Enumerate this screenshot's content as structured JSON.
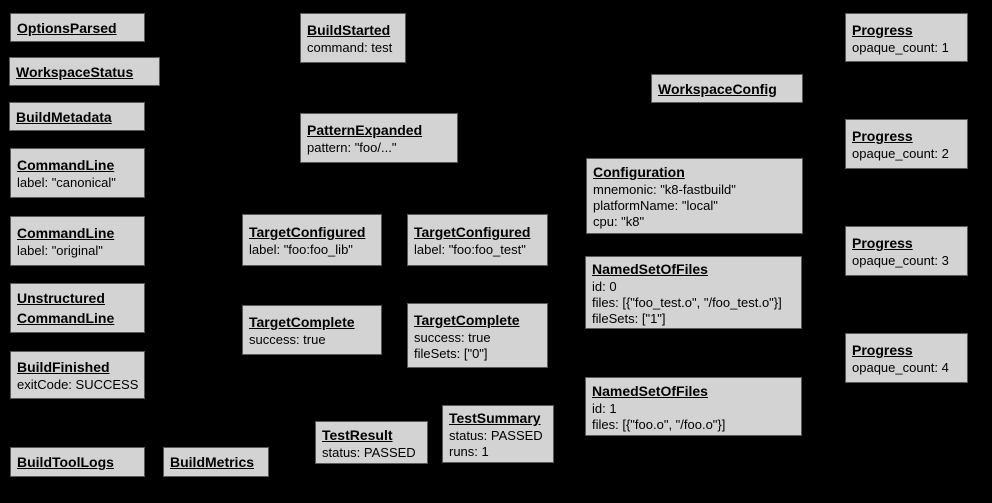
{
  "canvas": {
    "bg": "#000000",
    "node_fill": "#d3d3d3",
    "node_border": "#5a5a5a",
    "text": "#000000"
  },
  "nodes": [
    {
      "title": "OptionsParsed",
      "lines": []
    },
    {
      "title": "WorkspaceStatus",
      "lines": []
    },
    {
      "title": "BuildMetadata",
      "lines": []
    },
    {
      "title": "CommandLine",
      "lines": [
        "label: \"canonical\""
      ]
    },
    {
      "title": "CommandLine",
      "lines": [
        "label: \"original\""
      ]
    },
    {
      "title": "Unstructured CommandLine",
      "lines": []
    },
    {
      "title": "BuildFinished",
      "lines": [
        "exitCode: SUCCESS"
      ]
    },
    {
      "title": "BuildToolLogs",
      "lines": []
    },
    {
      "title": "BuildMetrics",
      "lines": []
    },
    {
      "title": "BuildStarted",
      "lines": [
        "command: test"
      ]
    },
    {
      "title": "PatternExpanded",
      "lines": [
        "pattern: \"foo/...\""
      ]
    },
    {
      "title": "TargetConfigured",
      "lines": [
        "label: \"foo:foo_lib\""
      ]
    },
    {
      "title": "TargetComplete",
      "lines": [
        "success: true"
      ]
    },
    {
      "title": "TestResult",
      "lines": [
        "status: PASSED"
      ]
    },
    {
      "title": "TargetConfigured",
      "lines": [
        "label: \"foo:foo_test\""
      ]
    },
    {
      "title": "TargetComplete",
      "lines": [
        "success: true",
        "fileSets: [\"0\"]"
      ]
    },
    {
      "title": "TestSummary",
      "lines": [
        "status: PASSED",
        "runs: 1"
      ]
    },
    {
      "title": "WorkspaceConfig",
      "lines": []
    },
    {
      "title": "Configuration",
      "lines": [
        "mnemonic: \"k8-fastbuild\"",
        "platformName: \"local\"",
        "cpu: \"k8\""
      ]
    },
    {
      "title": "NamedSetOfFiles",
      "lines": [
        "id: 0",
        "files: [{\"foo_test.o\", \"/foo_test.o\"}]",
        "fileSets: [\"1\"]"
      ]
    },
    {
      "title": "NamedSetOfFiles",
      "lines": [
        "id: 1",
        "files: [{\"foo.o\", \"/foo.o\"}]"
      ]
    },
    {
      "title": "Progress",
      "lines": [
        "opaque_count: 1"
      ]
    },
    {
      "title": "Progress",
      "lines": [
        "opaque_count: 2"
      ]
    },
    {
      "title": "Progress",
      "lines": [
        "opaque_count: 3"
      ]
    },
    {
      "title": "Progress",
      "lines": [
        "opaque_count: 4"
      ]
    }
  ]
}
